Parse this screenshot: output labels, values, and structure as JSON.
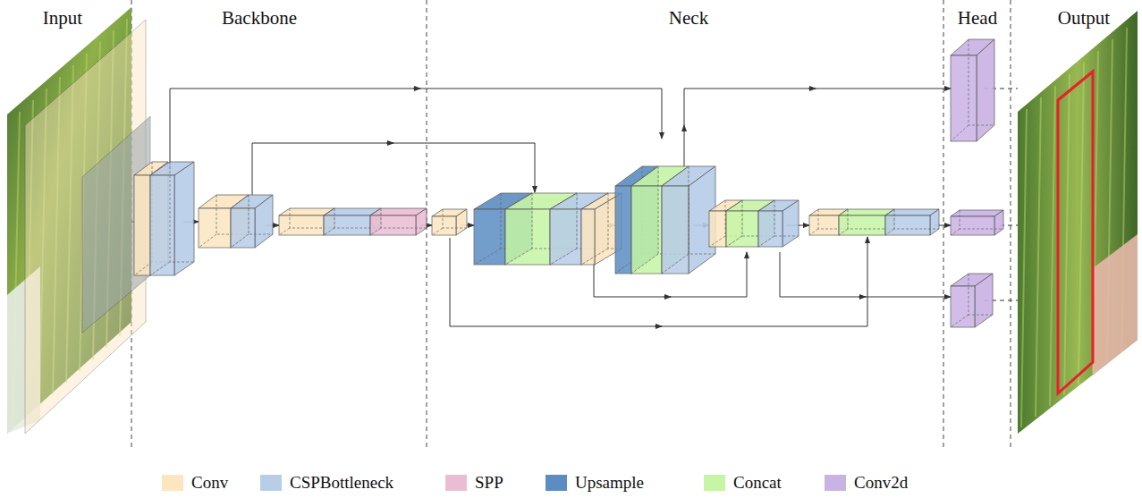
{
  "diagram": {
    "labels": [
      "Input",
      "Backbone",
      "Neck",
      "Head",
      "Output"
    ],
    "legend": [
      {
        "text": "Conv",
        "color": "#fce6c0"
      },
      {
        "text": "CSPBottleneck",
        "color": "#b8cde8"
      },
      {
        "text": "SPP",
        "color": "#ebbdd3"
      },
      {
        "text": "Upsample",
        "color": "#5b8dc2"
      },
      {
        "text": "Concat",
        "color": "#c6f5a6"
      },
      {
        "text": "Conv2d",
        "color": "#c9b2e4"
      }
    ]
  }
}
